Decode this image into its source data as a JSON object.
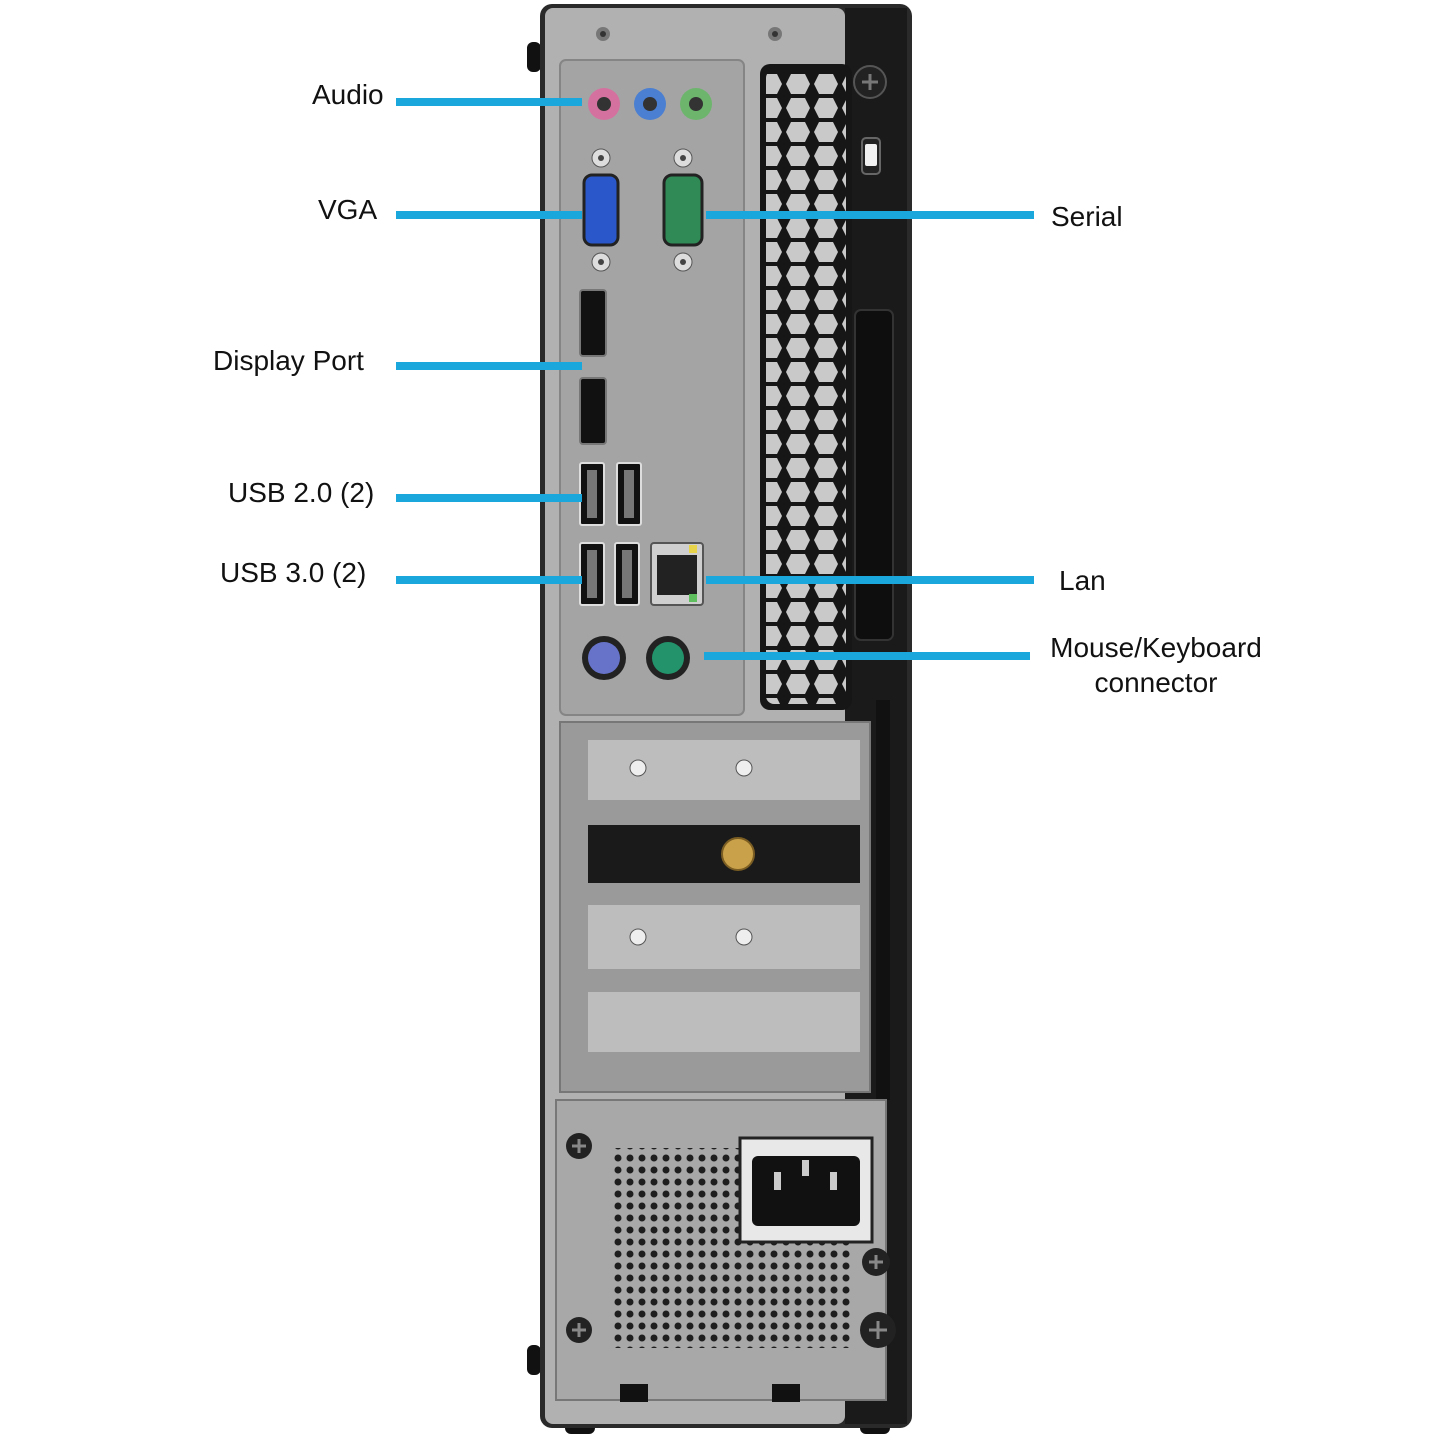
{
  "colors": {
    "leader": "#1aa7dc",
    "chassis_dark": "#1c1c1c",
    "panel_gray": "#a9a9a9",
    "port_black": "#111111",
    "audio_pink": "#d4719f",
    "audio_blue": "#4a7fd1",
    "audio_green": "#6db56d",
    "vga_blue": "#2a57c9",
    "serial_green": "#2f8a55",
    "ps2_purple": "#6673c9",
    "ps2_green": "#22936a"
  },
  "labels": {
    "audio": "Audio",
    "vga": "VGA",
    "display_port": "Display Port",
    "usb2": "USB 2.0 (2)",
    "usb3": "USB 3.0 (2)",
    "serial": "Serial",
    "lan": "Lan",
    "ps2_line1": "Mouse/Keyboard",
    "ps2_line2": "connector"
  }
}
